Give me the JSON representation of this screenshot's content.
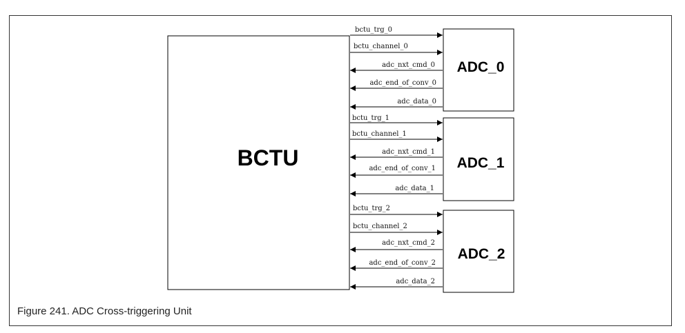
{
  "figure": {
    "caption": "Figure 241.  ADC Cross-triggering Unit"
  },
  "blocks": {
    "bctu": "BCTU",
    "adc0": "ADC_0",
    "adc1": "ADC_1",
    "adc2": "ADC_2"
  },
  "signals": {
    "adc0": {
      "trg": "bctu_trg_0",
      "channel": "bctu_channel_0",
      "nxt_cmd": "adc_nxt_cmd_0",
      "end_of_conv": "adc_end_of_conv_0",
      "data": "adc_data_0"
    },
    "adc1": {
      "trg": "bctu_trg_1",
      "channel": "bctu_channel_1",
      "nxt_cmd": "adc_nxt_cmd_1",
      "end_of_conv": "adc_end_of_conv_1",
      "data": "adc_data_1"
    },
    "adc2": {
      "trg": "bctu_trg_2",
      "channel": "bctu_channel_2",
      "nxt_cmd": "adc_nxt_cmd_2",
      "end_of_conv": "adc_end_of_conv_2",
      "data": "adc_data_2"
    }
  }
}
